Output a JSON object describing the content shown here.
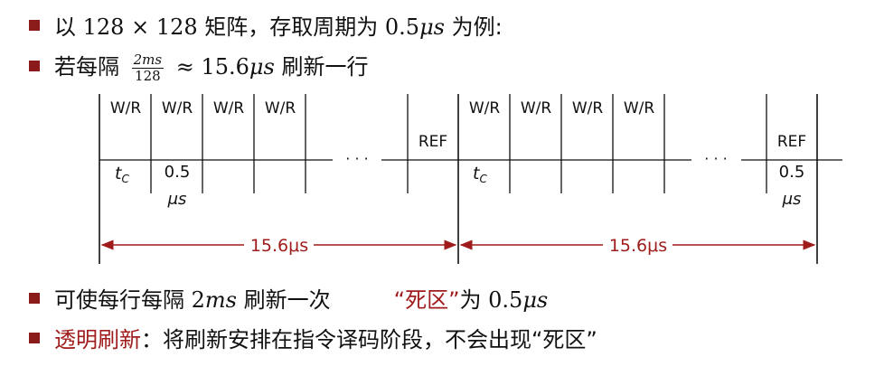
{
  "bullets": [
    {
      "pre": "以 ",
      "m1": "128 × 128",
      "mid": " 矩阵，存取周期为 ",
      "m2": "0.5",
      "unit": "μs",
      "post": " 为例:"
    },
    {
      "pre": "若每隔 ",
      "frac_num": "2ms",
      "frac_den": "128",
      "approx": " ≈ 15.6",
      "unit": "μs",
      "post": " 刷新一行"
    },
    {
      "pre": "可使每行每隔 ",
      "m1": "2",
      "unit1": "ms",
      "mid": " 刷新一次",
      "gap": "",
      "dead": "“死区”",
      "post": "为 ",
      "m2": "0.5",
      "unit2": "μs"
    },
    {
      "hl": "透明刷新",
      "post": "：将刷新安排在指令译码阶段，不会出现“死区”"
    }
  ],
  "diagram": {
    "wr_label": "W/R",
    "ref_label": "REF",
    "tc_label": "t",
    "tc_sub": "C",
    "dots": "· · ·",
    "cell_value": "0.5",
    "cell_unit": "μs",
    "interval_label": "15.6μs"
  },
  "colors": {
    "accent": "#8b1a1a",
    "arrow": "#a01c1c"
  }
}
